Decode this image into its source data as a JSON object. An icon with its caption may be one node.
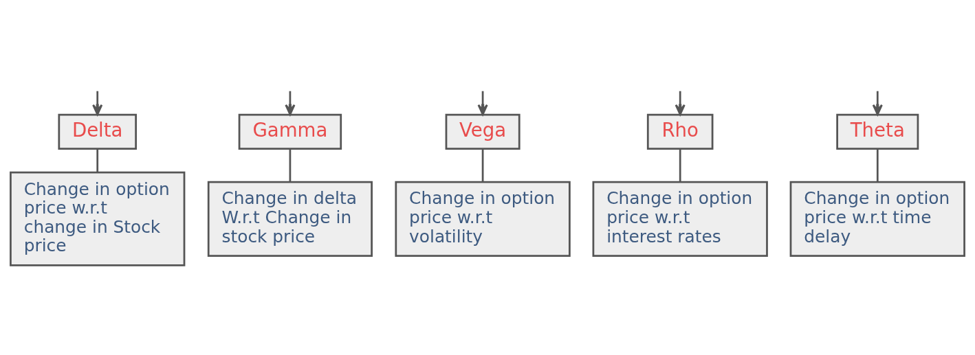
{
  "diagram": {
    "nodes": [
      {
        "text": [
          "Delta"
        ]
      },
      {
        "text": [
          "Gamma"
        ]
      },
      {
        "text": [
          "Vega"
        ]
      },
      {
        "text": [
          "Rho"
        ]
      },
      {
        "text": [
          "Theta"
        ]
      },
      {
        "text": [
          "Change in option price w.r.t change in Stock price"
        ]
      },
      {
        "text": [
          "Change in delta W.r.t Change in stock price"
        ]
      },
      {
        "text": [
          "Change in option price w.r.t volatility"
        ]
      },
      {
        "text": [
          "Change in option price w.r.t interest rates"
        ]
      },
      {
        "text": [
          "Change in option price w.r.t time delay"
        ]
      }
    ],
    "edges": [
      {
        "from": null,
        "to": 0,
        "arrow": "to"
      },
      {
        "from": null,
        "to": 1,
        "arrow": "to"
      },
      {
        "from": null,
        "to": 2,
        "arrow": "to"
      },
      {
        "from": null,
        "to": 3,
        "arrow": "to"
      },
      {
        "from": null,
        "to": 4,
        "arrow": "to"
      },
      {
        "from": 0,
        "to": 5,
        "arrow": "none"
      },
      {
        "from": 1,
        "to": 6,
        "arrow": "none"
      },
      {
        "from": 2,
        "to": 7,
        "arrow": "none"
      },
      {
        "from": 3,
        "to": 8,
        "arrow": "none"
      },
      {
        "from": 4,
        "to": 9,
        "arrow": "none"
      }
    ]
  }
}
